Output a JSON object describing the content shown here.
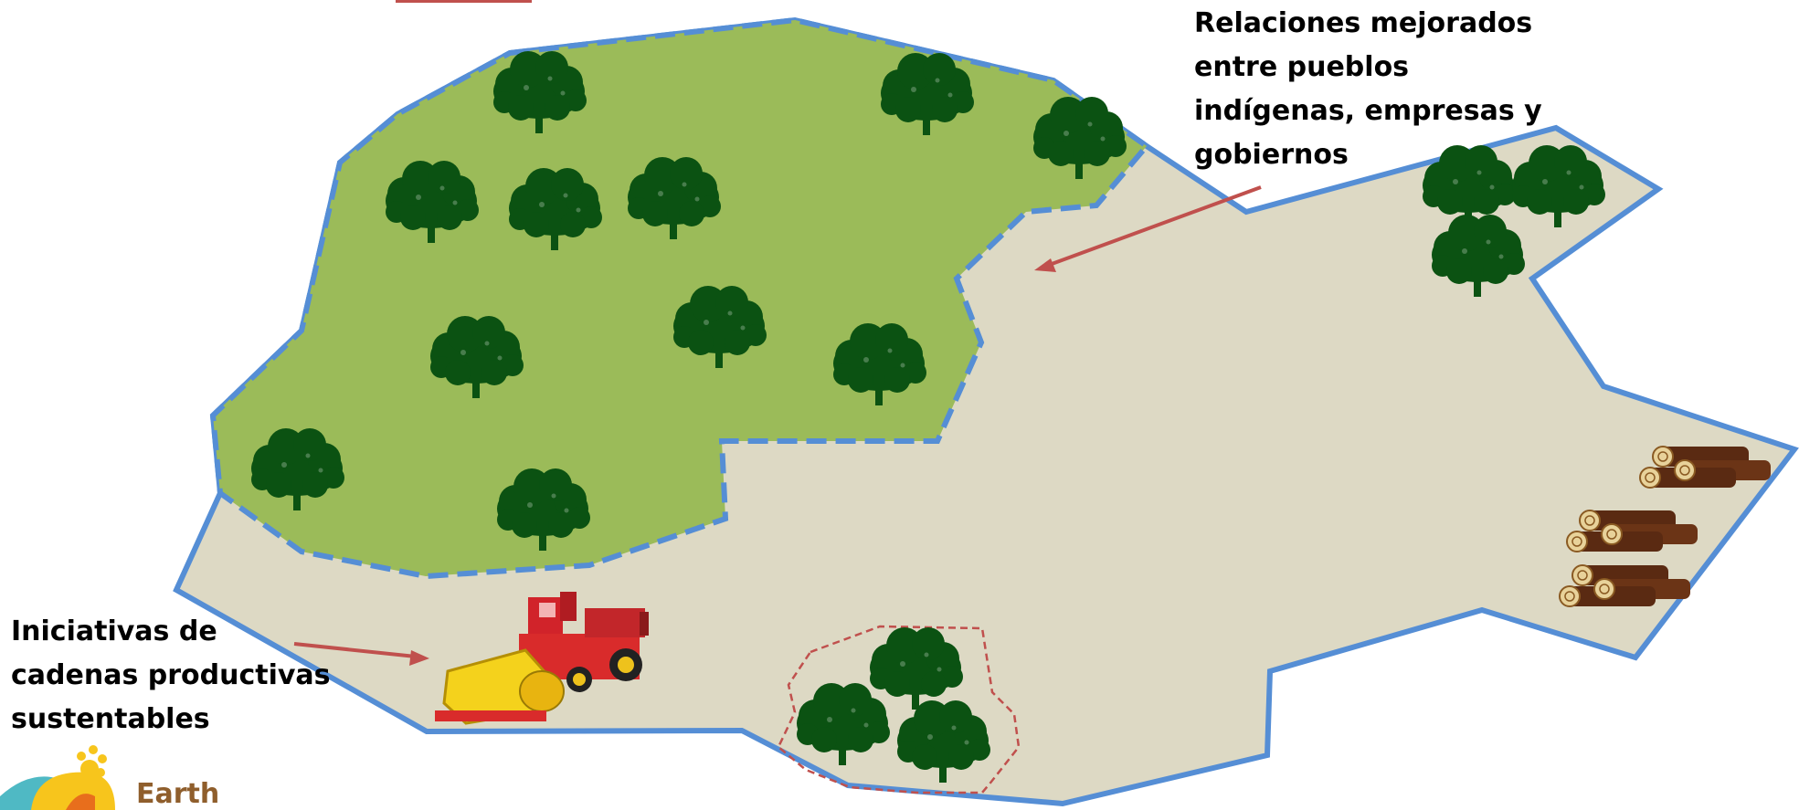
{
  "captions": {
    "relations": [
      "Relaciones mejorados",
      "entre pueblos",
      "indígenas, empresas y",
      "gobiernos"
    ],
    "value_chains": [
      "Iniciativas de",
      "cadenas productivas",
      "sustentables"
    ]
  },
  "logo": {
    "text": "Earth"
  },
  "icons": {
    "tree": "oak-tree-icon",
    "harvester": "combine-harvester-icon",
    "logs": "timber-logs-icon"
  },
  "colors": {
    "territory_fill": "#ddd9c4",
    "territory_border": "#558ed5",
    "forest_fill": "#9bbb59",
    "tree": "#0b5212",
    "arrow": "#c0504d",
    "protected_zone_border": "#c0504d",
    "logo_text": "#8f5e2c"
  }
}
